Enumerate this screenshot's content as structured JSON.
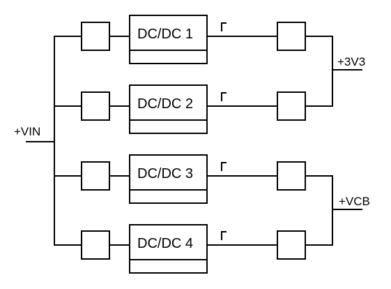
{
  "input_net": "+VIN",
  "output_nets": {
    "top": "+3V3",
    "bottom": "+VCB"
  },
  "converters": [
    {
      "label": "DC/DC 1"
    },
    {
      "label": "DC/DC 2"
    },
    {
      "label": "DC/DC 3"
    },
    {
      "label": "DC/DC 4"
    }
  ],
  "colors": {
    "line": "#000000",
    "background": "#ffffff"
  }
}
